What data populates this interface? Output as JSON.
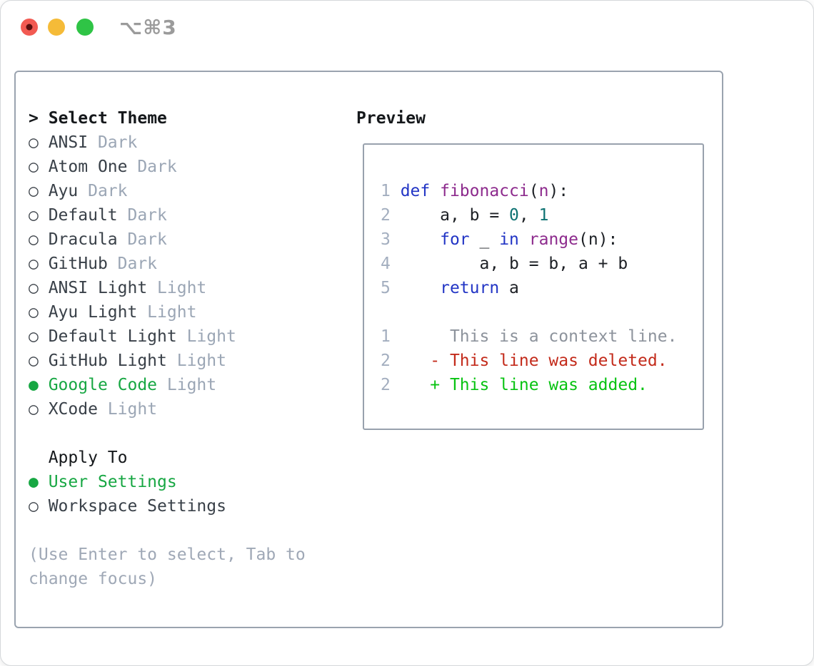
{
  "window": {
    "shortcut_label": "⌥⌘3"
  },
  "traffic_lights": [
    {
      "name": "close",
      "color": "#f25a52",
      "dot": "#5a0f0f"
    },
    {
      "name": "minimize",
      "color": "#f5bb38",
      "dot": ""
    },
    {
      "name": "zoom",
      "color": "#2fc446",
      "dot": ""
    }
  ],
  "theme_panel": {
    "header_marker": ">",
    "header": "Select Theme",
    "markers": {
      "selected": "●",
      "unselected": "○"
    },
    "items": [
      {
        "name": "ANSI",
        "variant": "Dark",
        "selected": false
      },
      {
        "name": "Atom One",
        "variant": "Dark",
        "selected": false
      },
      {
        "name": "Ayu",
        "variant": "Dark",
        "selected": false
      },
      {
        "name": "Default",
        "variant": "Dark",
        "selected": false
      },
      {
        "name": "Dracula",
        "variant": "Dark",
        "selected": false
      },
      {
        "name": "GitHub",
        "variant": "Dark",
        "selected": false
      },
      {
        "name": "ANSI Light",
        "variant": "Light",
        "selected": false
      },
      {
        "name": "Ayu Light",
        "variant": "Light",
        "selected": false
      },
      {
        "name": "Default Light",
        "variant": "Light",
        "selected": false
      },
      {
        "name": "GitHub Light",
        "variant": "Light",
        "selected": false
      },
      {
        "name": "Google Code",
        "variant": "Light",
        "selected": true
      },
      {
        "name": "XCode",
        "variant": "Light",
        "selected": false
      }
    ],
    "apply_to_header": "Apply To",
    "apply_to_options": [
      {
        "label": "User Settings",
        "selected": true
      },
      {
        "label": "Workspace Settings",
        "selected": false
      }
    ],
    "help_lines": [
      "(Use Enter to select, Tab to",
      "change focus)"
    ]
  },
  "preview_panel": {
    "header": "Preview",
    "lines": [
      [
        {
          "t": "1 ",
          "c": "ln"
        },
        {
          "t": "def ",
          "c": "kw"
        },
        {
          "t": "fibonacci",
          "c": "fn"
        },
        {
          "t": "(",
          "c": "pl"
        },
        {
          "t": "n",
          "c": "fn"
        },
        {
          "t": "):",
          "c": "pl"
        }
      ],
      [
        {
          "t": "2 ",
          "c": "ln"
        },
        {
          "t": "    a, b = ",
          "c": "pl"
        },
        {
          "t": "0",
          "c": "num"
        },
        {
          "t": ", ",
          "c": "pl"
        },
        {
          "t": "1",
          "c": "num"
        }
      ],
      [
        {
          "t": "3 ",
          "c": "ln"
        },
        {
          "t": "    ",
          "c": "pl"
        },
        {
          "t": "for",
          "c": "kw"
        },
        {
          "t": " _ ",
          "c": "pl"
        },
        {
          "t": "in",
          "c": "kw"
        },
        {
          "t": " ",
          "c": "pl"
        },
        {
          "t": "range",
          "c": "fn"
        },
        {
          "t": "(n):",
          "c": "pl"
        }
      ],
      [
        {
          "t": "4 ",
          "c": "ln"
        },
        {
          "t": "        a, b = b, a + b",
          "c": "pl"
        }
      ],
      [
        {
          "t": "5 ",
          "c": "ln"
        },
        {
          "t": "    ",
          "c": "pl"
        },
        {
          "t": "return",
          "c": "kw"
        },
        {
          "t": " a",
          "c": "pl"
        }
      ],
      [],
      [
        {
          "t": "1 ",
          "c": "ln"
        },
        {
          "t": "     This is a context line.",
          "c": "ctx"
        }
      ],
      [
        {
          "t": "2 ",
          "c": "ln"
        },
        {
          "t": "   - This line was deleted.",
          "c": "del"
        }
      ],
      [
        {
          "t": "2 ",
          "c": "ln"
        },
        {
          "t": "   + This line was added.",
          "c": "add"
        }
      ]
    ]
  },
  "colors": {
    "accent_selected_green": "#17a743",
    "diff_added_green": "#08c312",
    "diff_deleted_red": "#c32b1b",
    "syntax_keyword_blue": "#2235c5",
    "syntax_function_purple": "#8d2b8d",
    "syntax_number_teal": "#0d7272",
    "muted_gray": "#9ba6b5",
    "box_border_gray": "#9aa3af"
  }
}
